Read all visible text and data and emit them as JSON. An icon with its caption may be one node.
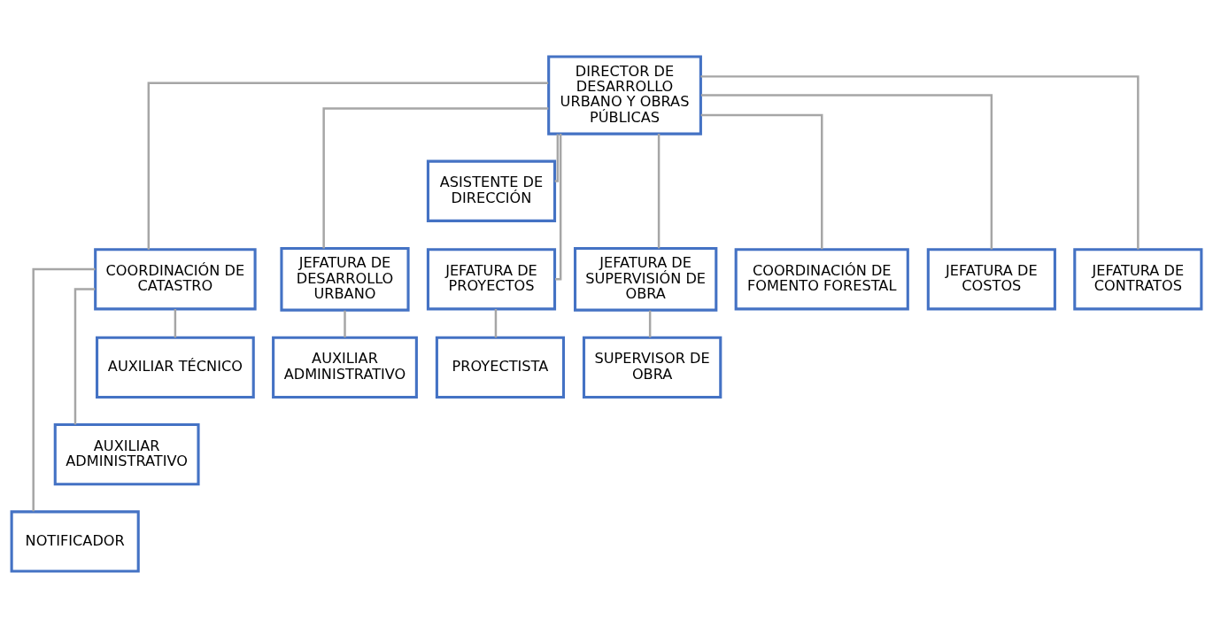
{
  "diagram": {
    "nodes": [
      {
        "text": [
          "DIRECTOR DE DESARROLLO URBANO Y OBRAS PÚBLICAS"
        ]
      },
      {
        "text": [
          "ASISTENTE DE DIRECCIÓN"
        ]
      },
      {
        "text": [
          "COORDINACIÓN DE CATASTRO"
        ]
      },
      {
        "text": [
          "COORDINACIÓN DE FOMENTO FORESTAL"
        ]
      },
      {
        "text": [
          "JEFATURA DE DESARROLLO URBANO"
        ]
      },
      {
        "text": [
          "JEFATURA DE PROYECTOS"
        ]
      },
      {
        "text": [
          "JEFATURA DE COSTOS"
        ]
      },
      {
        "text": [
          "JEFATURA DE CONTRATOS"
        ]
      },
      {
        "text": [
          "JEFATURA DE SUPERVISIÓN DE OBRA"
        ]
      },
      {
        "text": [
          "AUXILIAR TÉCNICO"
        ]
      },
      {
        "text": [
          "AUXILIAR ADMINISTRATIVO"
        ]
      },
      {
        "text": [
          "NOTIFICADOR"
        ]
      },
      {
        "text": [
          "AUXILIAR ADMINISTRATIVO"
        ]
      },
      {
        "text": [
          "PROYECTISTA"
        ]
      },
      {
        "text": [
          "SUPERVISOR DE OBRA"
        ]
      }
    ],
    "edges": [
      {
        "from": 0,
        "to": 1,
        "arrow": "none"
      },
      {
        "from": 0,
        "to": 2,
        "arrow": "none"
      },
      {
        "from": 0,
        "to": 3,
        "arrow": "none"
      },
      {
        "from": 0,
        "to": 4,
        "arrow": "none"
      },
      {
        "from": 0,
        "to": 5,
        "arrow": "none"
      },
      {
        "from": 0,
        "to": 6,
        "arrow": "none"
      },
      {
        "from": 0,
        "to": 7,
        "arrow": "none"
      },
      {
        "from": 0,
        "to": 8,
        "arrow": "none"
      },
      {
        "from": 2,
        "to": 9,
        "arrow": "none"
      },
      {
        "from": 2,
        "to": 10,
        "arrow": "none"
      },
      {
        "from": 2,
        "to": 11,
        "arrow": "none"
      },
      {
        "from": 4,
        "to": 12,
        "arrow": "none"
      },
      {
        "from": 5,
        "to": 13,
        "arrow": "none"
      },
      {
        "from": 8,
        "to": 14,
        "arrow": "none"
      }
    ]
  }
}
